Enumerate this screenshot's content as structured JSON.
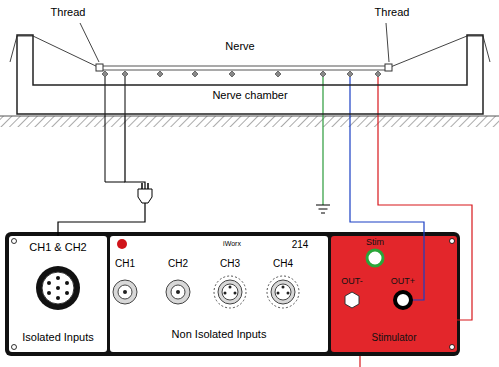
{
  "diagram": {
    "nodes": [
      {
        "text": [
          "Nerve chamber"
        ]
      },
      {
        "text": [
          "CH1 & CH2",
          "Isolated Inputs"
        ]
      },
      {
        "text": [
          "CH1",
          "CH2",
          "CH3",
          "CH4",
          "iWorx",
          "214",
          "Non Isolated Inputs"
        ]
      },
      {
        "text": [
          "Stim",
          "OUT-",
          "OUT+",
          "Stimulator"
        ]
      }
    ],
    "edges": [
      {
        "from": 0,
        "to": 1,
        "arrow": "none"
      },
      {
        "from": 0,
        "to": 3,
        "arrow": "none"
      },
      {
        "from": 0,
        "to": 3,
        "arrow": "none"
      }
    ],
    "labels": [
      "Thread",
      "Thread",
      "Nerve"
    ]
  }
}
